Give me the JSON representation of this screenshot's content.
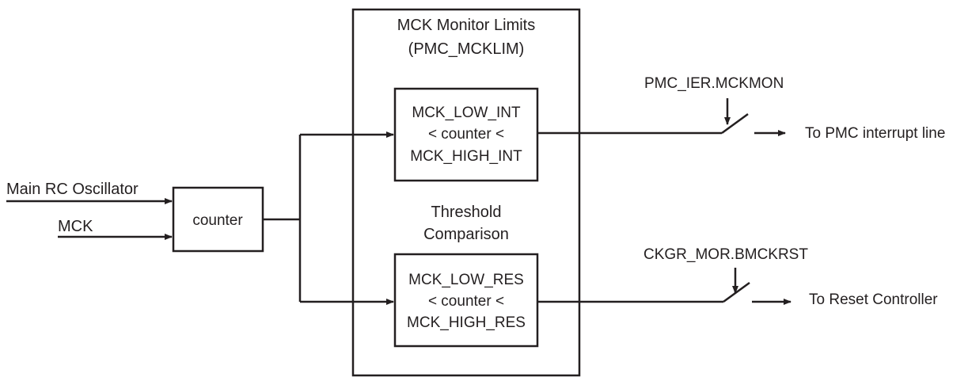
{
  "inputs": {
    "rc_oscillator": "Main RC Oscillator",
    "mck": "MCK"
  },
  "counter_block": "counter",
  "limits_block": {
    "title_line1": "MCK Monitor Limits",
    "title_line2": "(PMC_MCKLIM)",
    "middle_line1": "Threshold",
    "middle_line2": "Comparison"
  },
  "interrupt_compare": {
    "line1": "MCK_LOW_INT",
    "line2": "< counter <",
    "line3": "MCK_HIGH_INT"
  },
  "reset_compare": {
    "line1": "MCK_LOW_RES",
    "line2": "< counter <",
    "line3": "MCK_HIGH_RES"
  },
  "interrupt_switch": {
    "control": "PMC_IER.MCKMON",
    "output": "To PMC interrupt line"
  },
  "reset_switch": {
    "control": "CKGR_MOR.BMCKRST",
    "output": "To Reset Controller"
  }
}
